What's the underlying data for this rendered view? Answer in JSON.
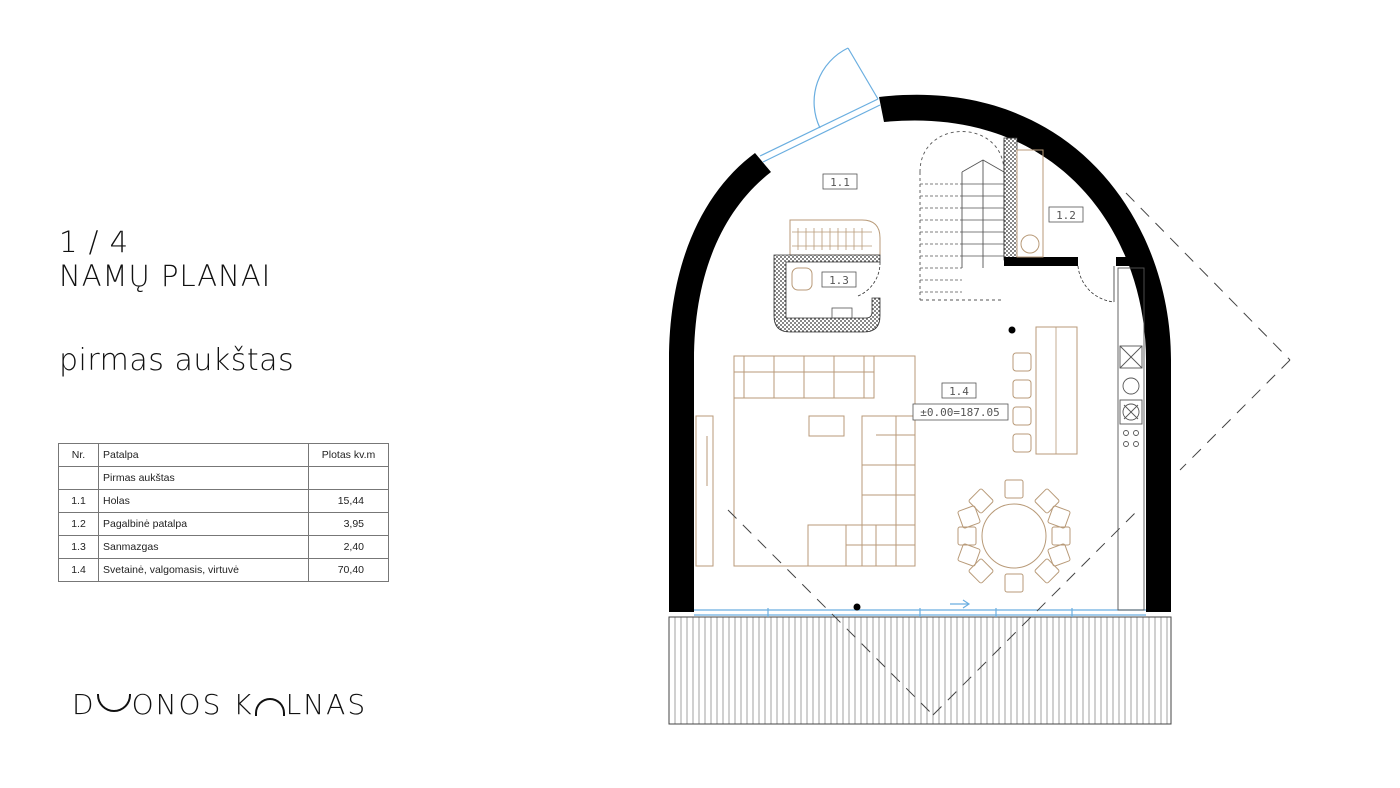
{
  "header": {
    "page_number": "1 / 4",
    "title": "NAMŲ PLANAI",
    "subtitle": "pirmas aukštas"
  },
  "room_table": {
    "headers": [
      "Nr.",
      "Patalpa",
      "Plotas kv.m"
    ],
    "section_label": "Pirmas aukštas",
    "rows": [
      {
        "nr": "1.1",
        "name": "Holas",
        "area": "15,44"
      },
      {
        "nr": "1.2",
        "name": "Pagalbinė patalpa",
        "area": "3,95"
      },
      {
        "nr": "1.3",
        "name": "Sanmazgas",
        "area": "2,40"
      },
      {
        "nr": "1.4",
        "name": "Svetainė, valgomasis, virtuvė",
        "area": "70,40"
      }
    ]
  },
  "logo": {
    "part1": "D",
    "part2": "ONOS K",
    "part3": "LNAS"
  },
  "plan": {
    "room_labels": [
      "1.1",
      "1.2",
      "1.3",
      "1.4"
    ],
    "elevation_label": "±0.00=187.05",
    "colors": {
      "wall": "#000000",
      "furniture": "#b89a78",
      "glazing": "#6aaee0",
      "line": "#555555"
    }
  }
}
